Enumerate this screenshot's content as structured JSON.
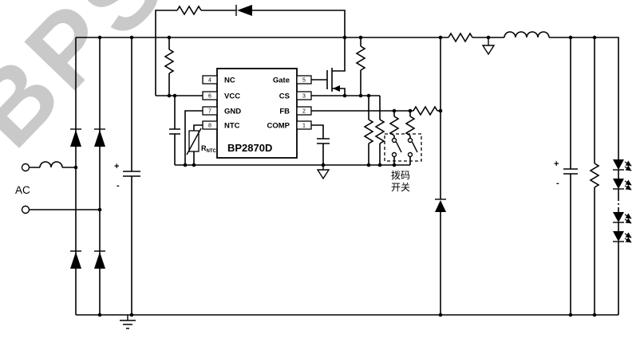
{
  "watermark": "BPS",
  "ac_input": {
    "label": "AC"
  },
  "ic": {
    "name": "BP2870D",
    "pins_left": [
      {
        "num": "4",
        "name": "NC"
      },
      {
        "num": "6",
        "name": "VCC"
      },
      {
        "num": "7",
        "name": "GND"
      },
      {
        "num": "8",
        "name": "NTC"
      }
    ],
    "pins_right": [
      {
        "num": "5",
        "name": "Gate"
      },
      {
        "num": "3",
        "name": "CS"
      },
      {
        "num": "2",
        "name": "FB"
      },
      {
        "num": "1",
        "name": "COMP"
      }
    ]
  },
  "thermistor": {
    "label": "R",
    "sub": "NTC"
  },
  "dip_switch": {
    "label_line1": "拨码",
    "label_line2": "开关"
  },
  "bulk_capacitor": {
    "plus": "+",
    "minus": "-"
  },
  "output_capacitor": {
    "plus": "+",
    "minus": "-"
  },
  "colors": {
    "line": "#000000",
    "watermark": "#c9c9c9",
    "background": "#ffffff"
  }
}
